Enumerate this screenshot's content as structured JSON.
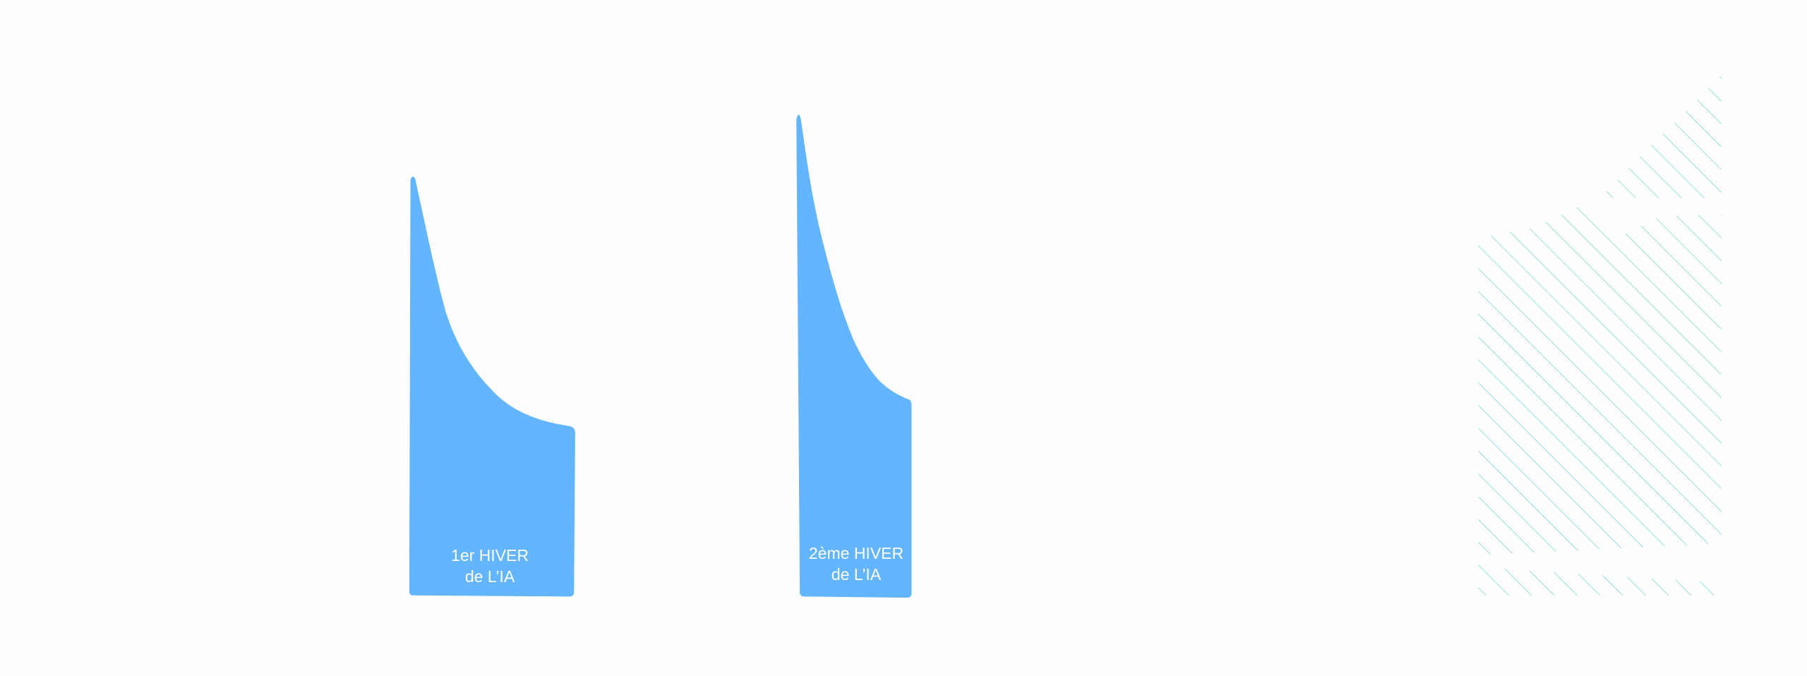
{
  "winters": [
    {
      "line1": "1er HIVER",
      "line2": "de L’IA"
    },
    {
      "line1": "2ème HIVER",
      "line2": "de L’IA"
    }
  ],
  "colors": {
    "fill": "#63b5ff",
    "hatch": "#8fe0da",
    "background": "#fefefe"
  }
}
